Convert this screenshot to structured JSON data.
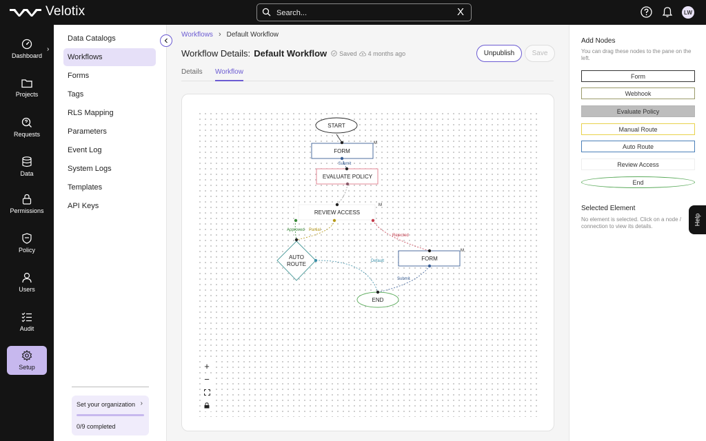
{
  "app": {
    "name": "Velotix"
  },
  "search": {
    "placeholder": "Search...",
    "clear": "X"
  },
  "user": {
    "initials": "LW"
  },
  "rail": [
    {
      "label": "Dashboard",
      "icon": "gauge-icon"
    },
    {
      "label": "Projects",
      "icon": "folder-icon"
    },
    {
      "label": "Requests",
      "icon": "question-chat-icon"
    },
    {
      "label": "Data",
      "icon": "database-icon"
    },
    {
      "label": "Permissions",
      "icon": "lock-icon"
    },
    {
      "label": "Policy",
      "icon": "shield-icon"
    },
    {
      "label": "Users",
      "icon": "user-icon"
    },
    {
      "label": "Audit",
      "icon": "checklist-icon"
    },
    {
      "label": "Setup",
      "icon": "gear-icon",
      "active": true
    }
  ],
  "subnav": {
    "items": [
      "Data Catalogs",
      "Workflows",
      "Forms",
      "Tags",
      "RLS Mapping",
      "Parameters",
      "Event Log",
      "System Logs",
      "Templates",
      "API Keys"
    ],
    "active_index": 1
  },
  "org": {
    "title": "Set your organization",
    "progress": "0/9 completed",
    "completed": 0,
    "total": 9
  },
  "breadcrumb": {
    "parent": "Workflows",
    "current": "Default Workflow"
  },
  "header": {
    "title_prefix": "Workflow Details:",
    "title": "Default Workflow",
    "saved": "Saved",
    "saved_time": "4 months ago",
    "unpublish": "Unpublish",
    "save": "Save"
  },
  "tabs": [
    {
      "label": "Details"
    },
    {
      "label": "Workflow",
      "active": true
    }
  ],
  "workflow": {
    "nodes": {
      "start": "START",
      "form1": "FORM",
      "evaluate": "EVALUATE POLICY",
      "review": "REVIEW ACCESS",
      "auto1": "AUTO",
      "auto2": "ROUTE",
      "form2": "FORM",
      "end": "END",
      "marker": "M"
    },
    "edges": {
      "submit1": "Submit",
      "approved": "Approved",
      "partial": "Partial",
      "rejected": "Rejected",
      "default": "Default",
      "submit2": "Submit"
    }
  },
  "zoom": {
    "plus": "+",
    "minus": "−"
  },
  "add_nodes": {
    "title": "Add Nodes",
    "hint": "You can drag these nodes to the pane on the left.",
    "nodes": [
      {
        "label": "Form",
        "border": "#333333",
        "fill": "#ffffff",
        "shape": "rect"
      },
      {
        "label": "Webhook",
        "border": "#9a9a6a",
        "fill": "#ffffff",
        "shape": "rect"
      },
      {
        "label": "Evaluate Policy",
        "border": "#b5b5b5",
        "fill": "#bdbdbd",
        "shape": "rect"
      },
      {
        "label": "Manual Route",
        "border": "#e8d24a",
        "fill": "#ffffff",
        "shape": "rect"
      },
      {
        "label": "Auto Route",
        "border": "#4a7fb8",
        "fill": "#ffffff",
        "shape": "rect"
      },
      {
        "label": "Review Access",
        "border": "#eeeeee",
        "fill": "#ffffff",
        "shape": "rect"
      },
      {
        "label": "End",
        "border": "#5aaa5a",
        "fill": "#ffffff",
        "shape": "ellipse"
      }
    ]
  },
  "selected": {
    "title": "Selected Element",
    "hint": "No element is selected. Click on a node / connection to view its details."
  },
  "help": "Help",
  "colors": {
    "accent": "#6b5bd2",
    "topbar": "#141414",
    "active_rail": "#c7b8ee"
  }
}
